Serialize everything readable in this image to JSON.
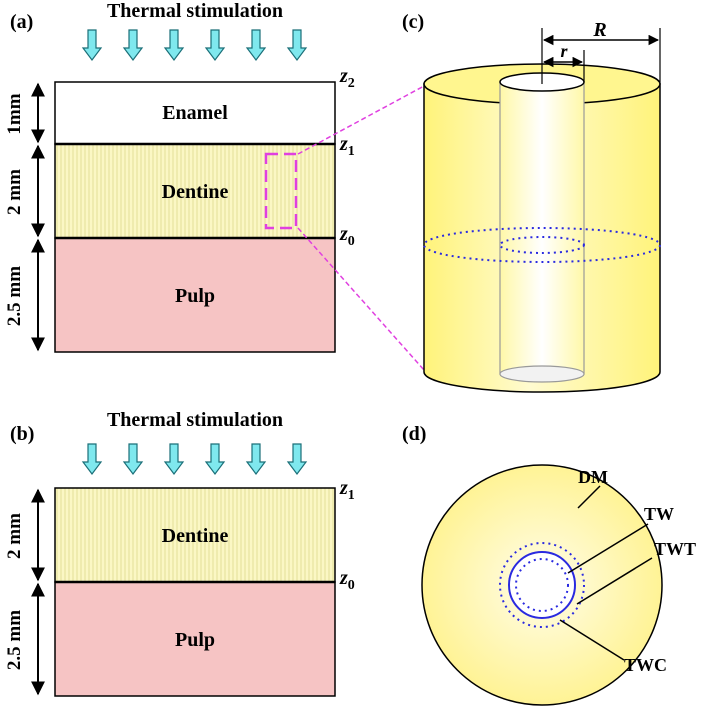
{
  "panels": {
    "a": {
      "tag": "(a)",
      "heading": "Thermal stimulation",
      "layers": [
        "Enamel",
        "Dentine",
        "Pulp"
      ],
      "dims": [
        "1mm",
        "2 mm",
        "2.5 mm"
      ],
      "z_labels": [
        {
          "v": "z",
          "s": "2"
        },
        {
          "v": "z",
          "s": "1"
        },
        {
          "v": "z",
          "s": "0"
        }
      ]
    },
    "b": {
      "tag": "(b)",
      "heading": "Thermal stimulation",
      "layers": [
        "Dentine",
        "Pulp"
      ],
      "dims": [
        "2 mm",
        "2.5 mm"
      ],
      "z_labels": [
        {
          "v": "z",
          "s": "1"
        },
        {
          "v": "z",
          "s": "0"
        }
      ]
    },
    "c": {
      "tag": "(c)",
      "radius_outer": "R",
      "radius_inner": "r"
    },
    "d": {
      "tag": "(d)",
      "labels": [
        "DM",
        "TW",
        "TWT",
        "TWC"
      ]
    }
  },
  "colors": {
    "arrow": "#7fe8ee",
    "dentine": "#fbf7c4",
    "dentine_hatch": "#e7e3a0",
    "pulp": "#f6c4c4",
    "cylinder": "#fff385",
    "dashed_box": "#e040e0",
    "tubule_ring": "#2a2ae0"
  }
}
